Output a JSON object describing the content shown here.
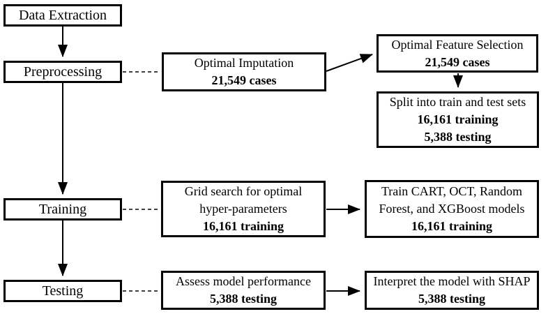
{
  "colors": {
    "background": "#ffffff",
    "line": "#000000",
    "text": "#000000"
  },
  "stages": {
    "data_extraction": {
      "label": "Data Extraction"
    },
    "preprocessing": {
      "label": "Preprocessing"
    },
    "training": {
      "label": "Training"
    },
    "testing": {
      "label": "Testing"
    }
  },
  "steps": {
    "imputation": {
      "title": "Optimal Imputation",
      "stat": "21,549 cases"
    },
    "feature_selection": {
      "title": "Optimal Feature Selection",
      "stat": "21,549 cases"
    },
    "split": {
      "title": "Split into train and test sets",
      "stat_training": "16,161 training",
      "stat_testing": "5,388 testing"
    },
    "grid_search": {
      "title_line1": "Grid search for optimal",
      "title_line2": "hyper-parameters",
      "stat": "16,161 training"
    },
    "train_models": {
      "title_line1": "Train CART, OCT, Random",
      "title_line2": "Forest, and XGBoost models",
      "stat": "16,161 training"
    },
    "assess": {
      "title": "Assess model performance",
      "stat": "5,388 testing"
    },
    "interpret": {
      "title": "Interpret the model with SHAP",
      "stat": "5,388 testing"
    }
  }
}
